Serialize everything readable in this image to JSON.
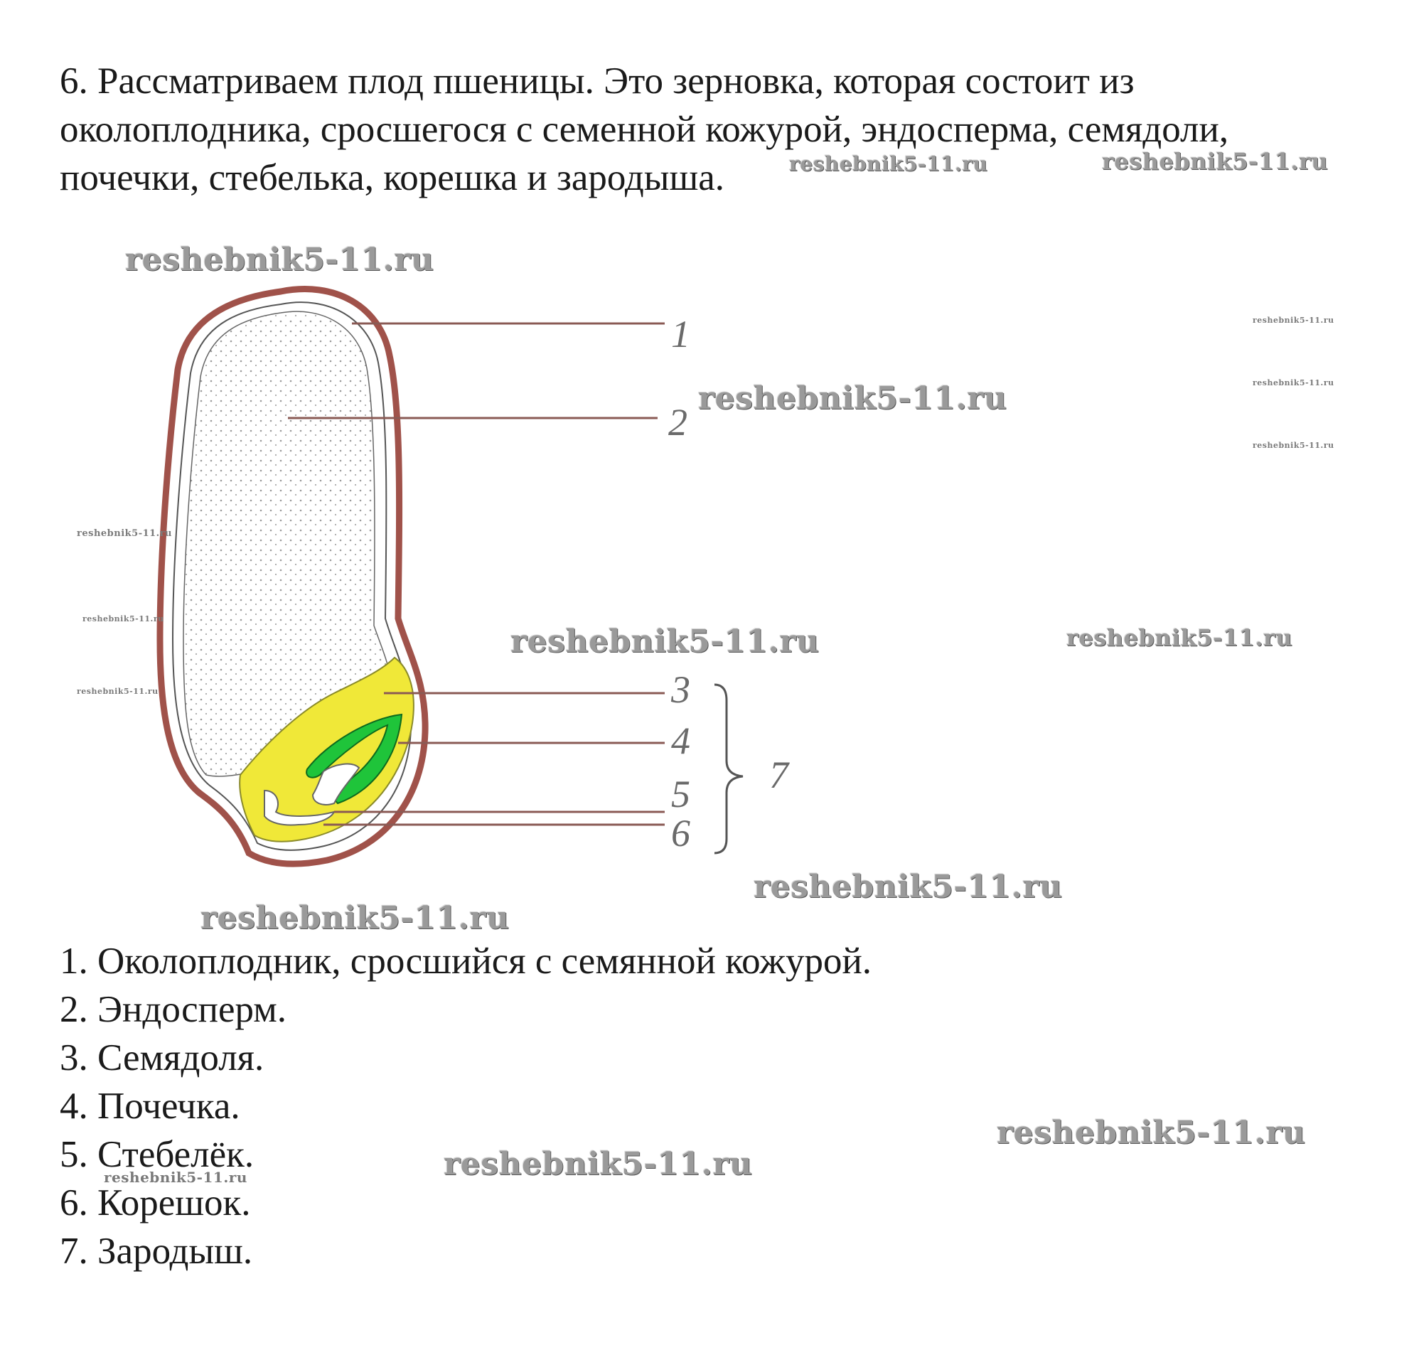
{
  "intro": {
    "line1": "6. Рассматриваем плод пшеницы. Это зерновка, которая состоит из",
    "line2": "околоплодника, сросшегося с семенной кожурой, эндосперма, семядоли,",
    "line3": "почечки, стебелька, корешка и зародыша."
  },
  "diagram": {
    "labels": [
      "1",
      "2",
      "3",
      "4",
      "5",
      "6",
      "7"
    ],
    "colors": {
      "pericarp": "#a0524a",
      "endosperm_dots": "#9a9a9a",
      "cotyledon": "#f0e838",
      "bud": "#1fc43a",
      "leader_line": "#8a5a54"
    }
  },
  "answers": [
    "1. Околоплодник, сросшийся с семянной кожурой.",
    "2. Эндосперм.",
    "3. Семядоля.",
    "4. Почечка.",
    "5. Стебелёк.",
    "6. Корешок.",
    "7. Зародыш."
  ],
  "watermark": "reshebnik5-11.ru"
}
